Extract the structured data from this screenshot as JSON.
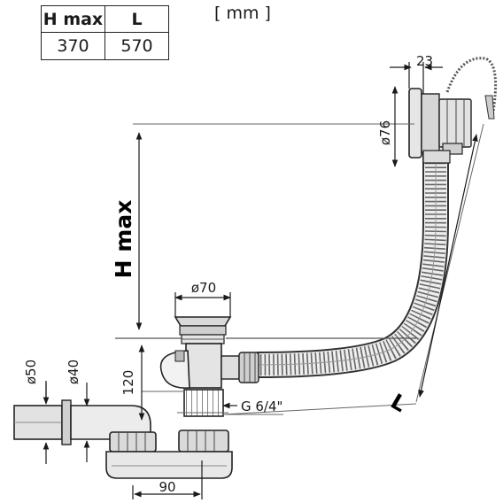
{
  "table": {
    "headers": [
      "H max",
      "L"
    ],
    "values": [
      "370",
      "570"
    ]
  },
  "unit": "[ mm ]",
  "dimensions": {
    "top_width": "23",
    "overflow_diameter": "ø76",
    "height": "H max",
    "waste_diameter": "ø70",
    "length": "L",
    "outlet_outer": "ø50",
    "outlet_inner": "ø40",
    "trap_height": "120",
    "thread": "G 6/4\"",
    "trap_offset": "90"
  }
}
